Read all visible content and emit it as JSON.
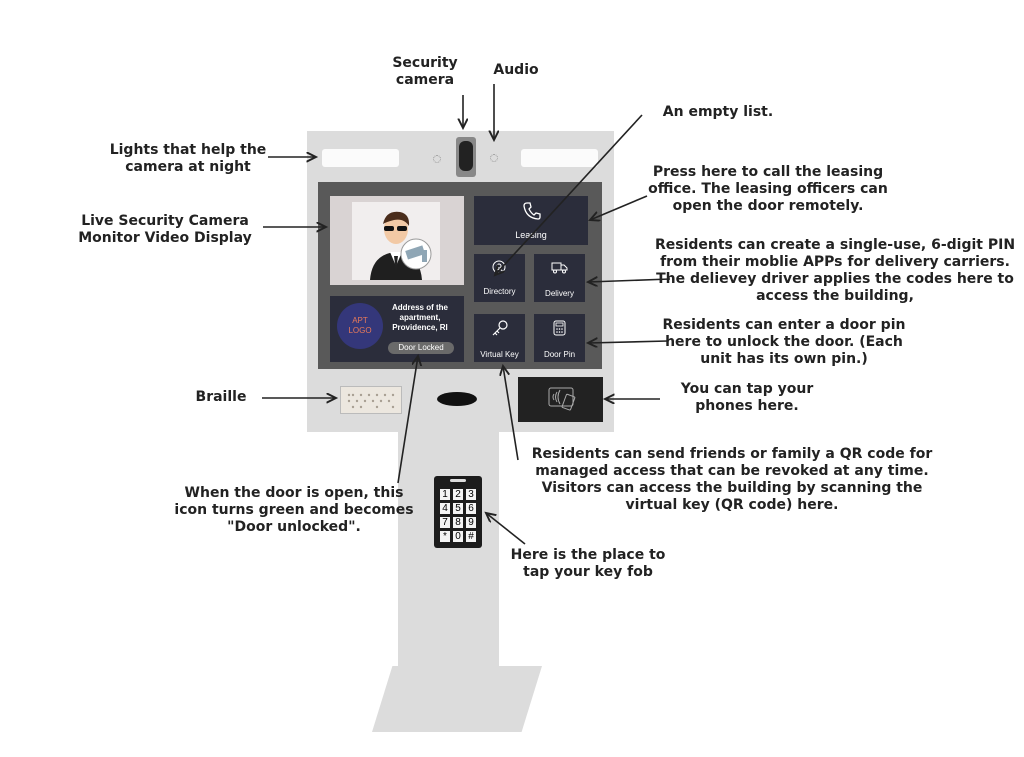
{
  "annotations": {
    "security_camera": "Security camera",
    "audio": "Audio",
    "lights": "Lights that help the camera at night",
    "live_video": "Live Security Camera Monitor Video Display",
    "empty_list": "An empty list.",
    "leasing": "Press here to call the leasing office. The leasing officers can open the door remotely.",
    "delivery": "Residents can create a single-use, 6-digit PIN from their moblie APPs for delivery carriers. The delievey driver applies the codes here to access the building,",
    "door_pin": "Residents can enter a door pin here to unlock the door. (Each unit has its own pin.)",
    "tap_phone": "You can tap your phones here.",
    "braille": "Braille",
    "virtual_key": "Residents can send friends or family a QR code for managed access that can be revoked at any time. Visitors can access the building by scanning the virtual key (QR code) here.",
    "door_status": "When the door is open, this icon turns green and becomes \"Door unlocked\".",
    "key_fob": "Here is the place to tap your key fob"
  },
  "screen": {
    "tiles": {
      "leasing": "Leasing",
      "directory": "Directory",
      "delivery": "Delivery",
      "virtual_key": "Virtual Key",
      "door_pin": "Door Pin"
    },
    "logo": "APT LOGO",
    "address": "Address of the apartment, Providence, RI",
    "door_status": "Door Locked"
  },
  "keypad": [
    "1",
    "2",
    "3",
    "4",
    "5",
    "6",
    "7",
    "8",
    "9",
    "*",
    "0",
    "#"
  ],
  "icons": [
    "phone-icon",
    "person-icon",
    "truck-icon",
    "key-icon",
    "keypad-icon",
    "contactless-icon",
    "security-guard-icon"
  ],
  "colors": {
    "kiosk": "#dcdcdc",
    "screen": "#595959",
    "tile": "#2b2d3b",
    "logo_bg": "#34377a",
    "logo_text": "#e87a5a"
  }
}
